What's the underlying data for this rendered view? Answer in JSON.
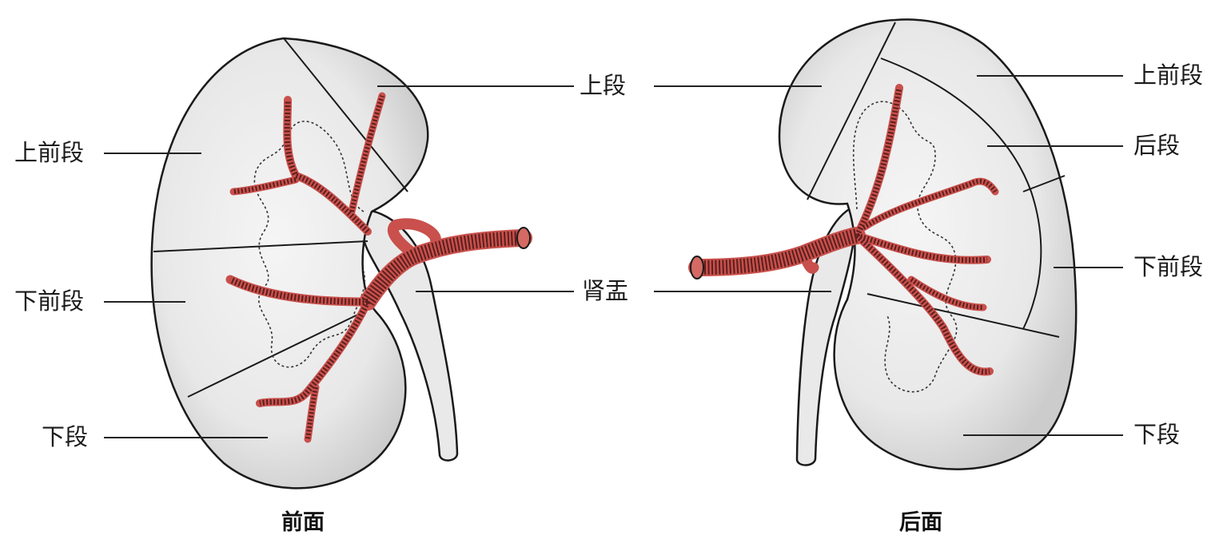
{
  "labels": {
    "superior_segment": "上段",
    "anterior_superior_left": "上前段",
    "anterior_inferior_left": "下前段",
    "inferior_left": "下段",
    "renal_pelvis": "肾盂",
    "anterior_superior_right": "上前段",
    "posterior_segment": "后段",
    "anterior_inferior_right": "下前段",
    "inferior_right": "下段"
  },
  "captions": {
    "front": "前面",
    "back": "后面"
  },
  "colors": {
    "artery": "#c9504c",
    "artery_hatch": "#5a1f1d",
    "kidney_light": "#f2f2f2",
    "kidney_shade": "#cfcfcf"
  }
}
